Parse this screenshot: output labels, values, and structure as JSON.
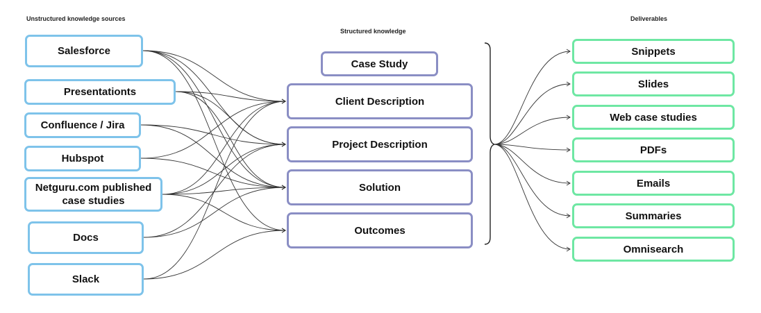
{
  "headings": {
    "sources": "Unstructured knowledge sources",
    "structured": "Structured knowledge",
    "deliverables": "Deliverables"
  },
  "sources": [
    "Salesforce",
    "Presentationts",
    "Confluence / Jira",
    "Hubspot",
    "Netguru.com published case studies",
    "Docs",
    "Slack"
  ],
  "structured": {
    "title": "Case Study",
    "sections": [
      "Client Description",
      "Project Description",
      "Solution",
      "Outcomes"
    ]
  },
  "deliverables": [
    "Snippets",
    "Slides",
    "Web case studies",
    "PDFs",
    "Emails",
    "Summaries",
    "Omnisearch"
  ],
  "colors": {
    "source_border": "#7ec3ea",
    "structured_border": "#8a8ec4",
    "deliverable_border": "#6ee7a3",
    "connector": "#333333"
  }
}
